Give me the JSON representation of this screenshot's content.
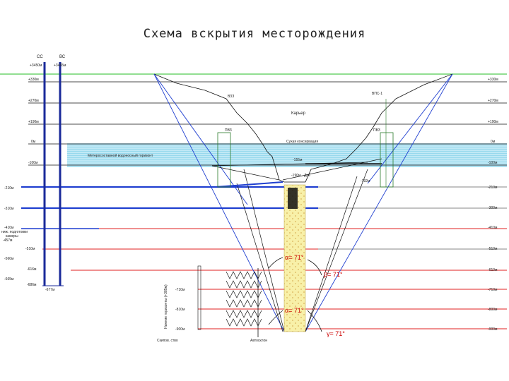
{
  "title": "Схема вскрытия месторождения",
  "colors": {
    "surface": "#6fd36f",
    "level_black": "#111111",
    "level_blue": "#1f3fd0",
    "level_red": "#e02020",
    "shaft": "#1a2a9a",
    "water": "#a8dff0",
    "ore": "#f6eea0"
  },
  "shafts": {
    "ss_label": "СС",
    "vs_label": "ВС",
    "ss_elev": "+3450м",
    "vs_elev": "+3465м",
    "bottom_elev": "-677м"
  },
  "left_levels": {
    "l330": "+330м",
    "l270": "+270м",
    "l190": "+190м",
    "l0": "0м",
    "lm100": "-100м",
    "lm210": "-210м",
    "lm310": "-310м",
    "lm410": "-410м",
    "pump_line1": "ниж. подготовки",
    "pump_line2": "камеры",
    "lm457": "-457м",
    "lm510": "-510м",
    "lm560": "-560м",
    "lm616": "-616м",
    "lm665": "-665м",
    "lm686": "-686м"
  },
  "right_levels": {
    "r330": "+330м",
    "r270": "+270м",
    "r190": "+190м",
    "r0": "0м",
    "rm100": "-100м",
    "rm210": "-210м",
    "rm300": "-300м",
    "rm410": "-410м",
    "rm510": "-510м",
    "rm610": "-610м",
    "rm710": "-710м",
    "rm800": "-800м",
    "rm900": "-900м"
  },
  "pit_labels": {
    "vzz": "ВЗЗ",
    "vps": "ВПС-1",
    "karier": "Карьер",
    "pvz_left": "ПВЗ",
    "pvz_right": "ПВЗ",
    "conservation": "Сухая консервация",
    "aquifer": "Метеросоставной водоносный горизонт",
    "m155": "-155м",
    "m190": "-190м",
    "m192": "-192м",
    "small_note": "Дне"
  },
  "mine_labels": {
    "m710": "-710м",
    "m810": "-810м",
    "m900": "-900м",
    "vertical_note": "Нижние горизонты (+385м)",
    "skip_shaft": "Скипов. ство",
    "autosklon": "Автосклон"
  },
  "angles": {
    "a1": "α= 71°",
    "a2": "β= 71°",
    "a3": "α= 71°",
    "a4": "γ= 71°"
  }
}
